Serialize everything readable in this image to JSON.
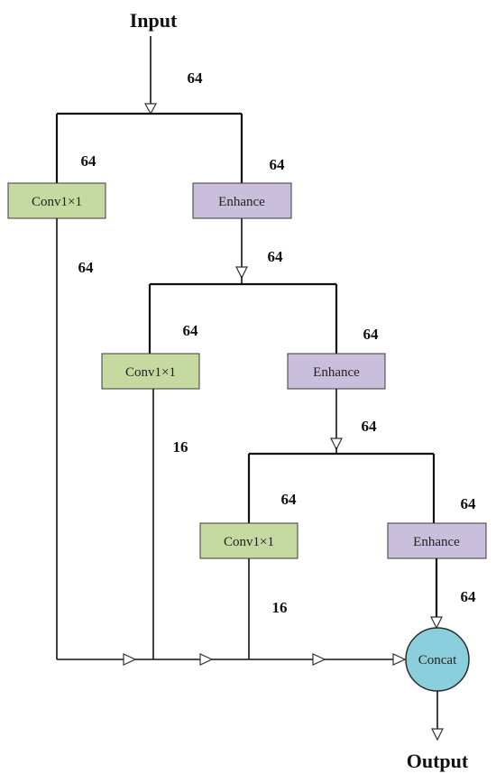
{
  "nodes": {
    "input": "Input",
    "output": "Output",
    "conv": "Conv1×1",
    "enhance": "Enhance",
    "concat": "Concat"
  },
  "channel_labels": {
    "input_top": "64",
    "branch1_conv_in": "64",
    "branch1_enh_in": "64",
    "branch1_conv_out": "64",
    "branch2_in": "64",
    "branch2_conv_in": "64",
    "branch2_enh_in": "64",
    "branch2_conv_out": "16",
    "branch3_in": "64",
    "branch3_conv_in": "64",
    "branch3_enh_in": "64",
    "branch3_conv_out": "16",
    "branch3_enh_out": "64"
  }
}
